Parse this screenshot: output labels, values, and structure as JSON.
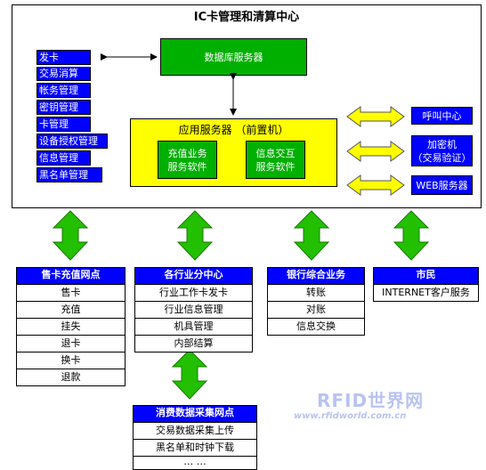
{
  "main": {
    "title": "IC卡管理和清算中心",
    "db_server": "数据库服务器",
    "app_server_title": "应用服务器 （前置机）",
    "recharge_software": [
      "充值业务",
      "服务软件"
    ],
    "info_software": [
      "信息交互",
      "服务软件"
    ],
    "left_functions": [
      "发卡",
      "交易消算",
      "帐务管理",
      "密钥管理",
      "卡管理",
      "设备授权管理",
      "信息管理",
      "黑名单管理"
    ],
    "right_services": {
      "call_center": "呼叫中心",
      "encryptor": [
        "加密机",
        "（交易验证）"
      ],
      "web_server": "WEB服务器"
    }
  },
  "columns": [
    {
      "header": "售卡充值网点",
      "items": [
        "售卡",
        "充值",
        "挂失",
        "退卡",
        "换卡",
        "退款"
      ]
    },
    {
      "header": "各行业分中心",
      "items": [
        "行业工作卡发卡",
        "行业信息管理",
        "机具管理",
        "内部结算"
      ]
    },
    {
      "header": "银行综合业务",
      "items": [
        "转账",
        "对账",
        "信息交换"
      ]
    },
    {
      "header": "市民",
      "items": [
        "INTERNET客户服务"
      ]
    }
  ],
  "consumption": {
    "header": "消费数据采集网点",
    "items": [
      "交易数据采集上传",
      "黑名单和时钟下载",
      "… …"
    ]
  },
  "watermark": {
    "brand": "RFID世界网",
    "url": "www.rfidworld.com.cn"
  },
  "colors": {
    "blue": "#0000ff",
    "green": "#00b000",
    "yellow": "#ffff00",
    "arrow_green": "#22c000",
    "arrow_yellow": "#ffff00"
  }
}
